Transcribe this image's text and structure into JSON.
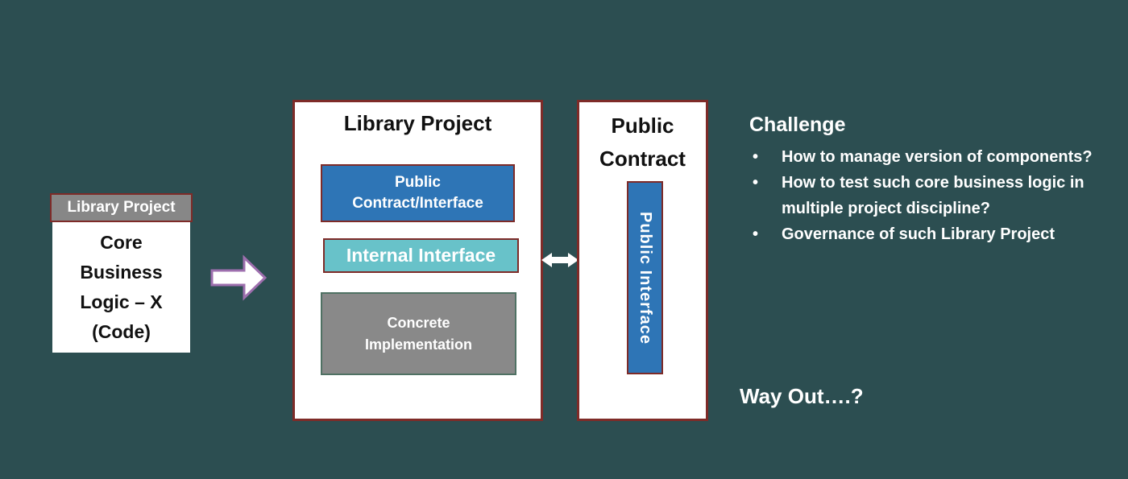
{
  "colors": {
    "background": "#2C4E51",
    "dark_red": "#7E2B28",
    "blue": "#2E75B6",
    "teal": "#68C2C9",
    "gray": "#898989",
    "gray_border": "#4F7163",
    "header_gray": "#878787",
    "arrow_purple": "#9E6FAE",
    "text_white": "#FFFFFF",
    "text_black": "#111111"
  },
  "left_component": {
    "header": "Library Project",
    "body": "Core\nBusiness\nLogic – X\n(Code)"
  },
  "library_project": {
    "title": "Library Project",
    "public_contract_interface": "Public\nContract/Interface",
    "internal_interface": "Internal Interface",
    "concrete_implementation": "Concrete\nImplementation"
  },
  "public_contract": {
    "title": "Public\nContract",
    "public_interface": "Public Interface"
  },
  "challenge": {
    "heading": "Challenge",
    "bullet_char": "•",
    "bullets": [
      "How to manage version of components?",
      "How to test such core business logic in\nmultiple project discipline?",
      "Governance of such Library Project"
    ]
  },
  "way_out": "Way Out….?"
}
